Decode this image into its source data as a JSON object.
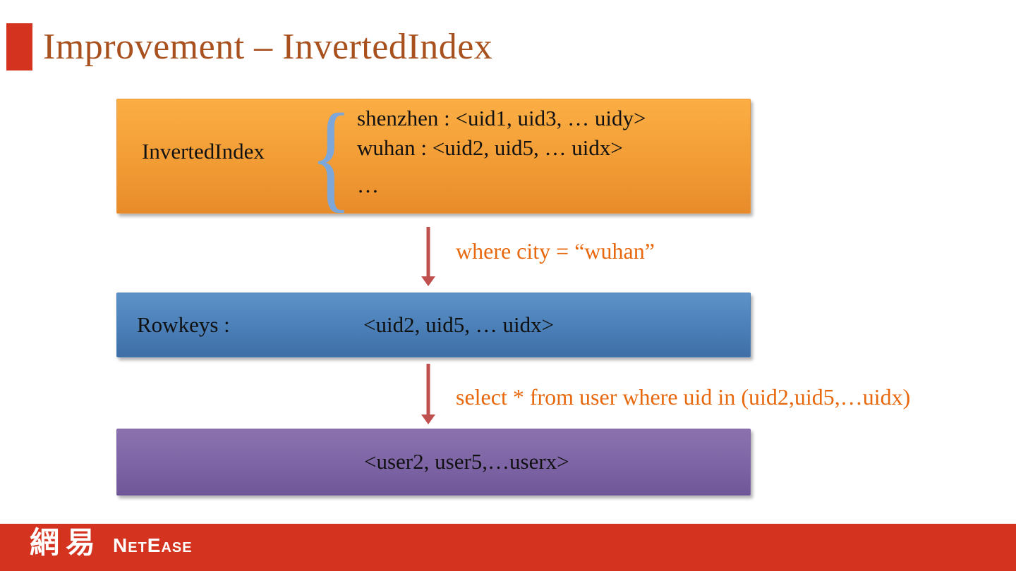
{
  "slide": {
    "title": "Improvement – InvertedIndex",
    "inverted_index": {
      "label": "InvertedIndex",
      "brace": "{",
      "entries": [
        "shenzhen : <uid1, uid3, … uidy>",
        "wuhan : <uid2, uid5, … uidx>",
        "…"
      ]
    },
    "flow": {
      "step1_annotation": "where city = “wuhan”",
      "step2_annotation": "select * from user where uid in (uid2,uid5,…uidx)"
    },
    "rowkeys": {
      "label": "Rowkeys :",
      "value": "<uid2, uid5, … uidx>"
    },
    "result": {
      "value": "<user2, user5,…userx>"
    },
    "footer": {
      "logo_cjk": "網易",
      "logo_wordmark": "NetEase"
    },
    "colors": {
      "brand_red": "#d4331f",
      "title_text": "#a9511e",
      "annotation_orange": "#e8680e",
      "arrow_red": "#c0504d",
      "brace_blue": "#7da7d9",
      "index_box_orange": "#f29c35",
      "rowkeys_box_blue": "#4b7fb7",
      "result_box_purple": "#7d64a5"
    }
  }
}
